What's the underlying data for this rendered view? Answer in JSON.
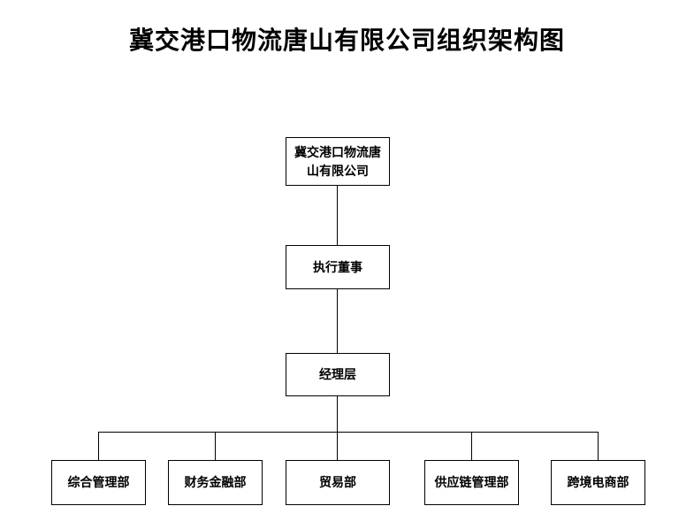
{
  "page_title": "冀交港口物流唐山有限公司组织架构图",
  "org_chart": {
    "root": {
      "label": "冀交港口物流唐山有限公司"
    },
    "director": {
      "label": "执行董事"
    },
    "manager": {
      "label": "经理层"
    },
    "departments": [
      {
        "label": "综合管理部"
      },
      {
        "label": "财务金融部"
      },
      {
        "label": "贸易部"
      },
      {
        "label": "供应链管理部"
      },
      {
        "label": "跨境电商部"
      }
    ]
  },
  "colors": {
    "background": "#ffffff",
    "border": "#000000",
    "text": "#000000",
    "connector": "#000000"
  }
}
